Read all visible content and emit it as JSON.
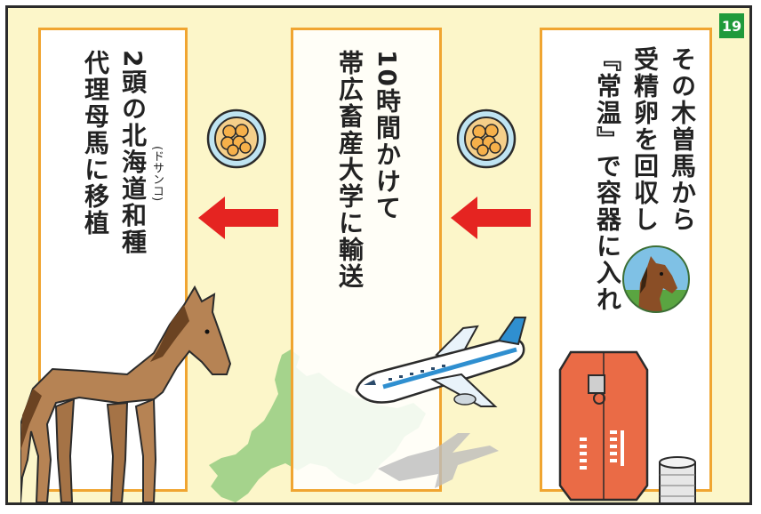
{
  "page_number": "19",
  "panel_right": {
    "lines": [
      "その木曽馬から",
      "受精卵を回収し",
      "『常温』で容器に入れ"
    ]
  },
  "panel_middle": {
    "lines": [
      "10時間かけて",
      "帯広畜産大学に輸送"
    ]
  },
  "panel_left": {
    "lines": [
      "2頭の北海道和種",
      "代理母馬に移植"
    ],
    "ruby": "(ドサンコ)"
  },
  "icons": {
    "embryo": "embryo-dish-icon",
    "arrow": "left-arrow-icon",
    "airplane": "airplane-icon",
    "hokkaido": "hokkaido-map-icon",
    "horse": "horse-icon",
    "container": "transport-container-icon"
  },
  "colors": {
    "background": "#fcf6c9",
    "panel_border": "#f0a531",
    "arrow": "#e52421",
    "badge": "#1f9a3b",
    "container": "#ea6b46",
    "hokkaido": "#a5d38c"
  }
}
